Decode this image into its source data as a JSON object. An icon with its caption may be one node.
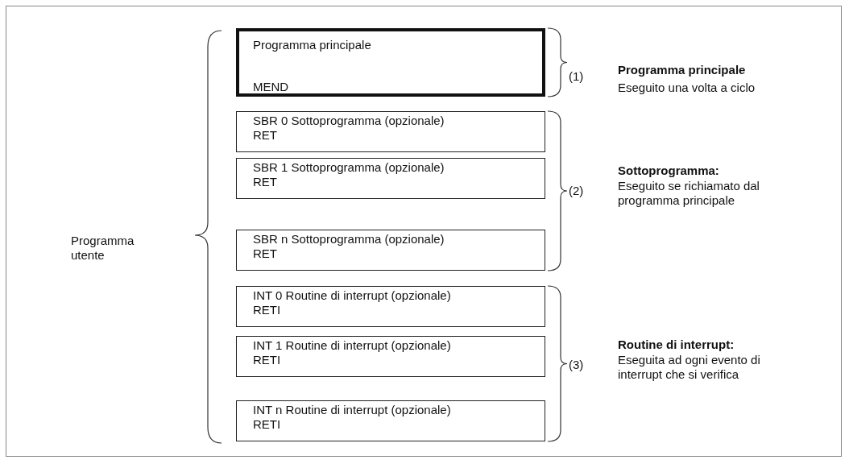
{
  "diagram": {
    "nodes": [
      {
        "text": [
          "Programma principale",
          "MEND"
        ]
      },
      {
        "text": [
          "SBR 0 Sottoprogramma (opzionale)",
          "RET"
        ]
      },
      {
        "text": [
          "SBR 1 Sottoprogramma (opzionale)",
          "RET"
        ]
      },
      {
        "text": [
          "SBR n Sottoprogramma (opzionale)",
          "RET"
        ]
      },
      {
        "text": [
          "INT 0 Routine di interrupt (opzionale)",
          "RETI"
        ]
      },
      {
        "text": [
          "INT 1 Routine di interrupt (opzionale)",
          "RETI"
        ]
      },
      {
        "text": [
          "INT n Routine di interrupt (opzionale)",
          "RETI"
        ]
      }
    ],
    "labels": [
      "Programma utente",
      "(1)",
      "Programma principale",
      "Eseguito una volta a ciclo",
      "(2)",
      "Sottoprogramma:",
      "Eseguito se richiamato dal programma principale",
      "(3)",
      "Routine di interrupt:",
      "Eseguita ad ogni evento di interrupt che si verifica"
    ]
  }
}
